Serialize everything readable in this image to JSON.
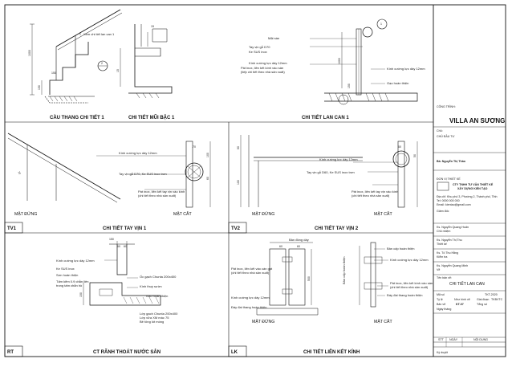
{
  "panels": {
    "stair_detail": {
      "title": "CẦU THANG CHI TIẾT  1",
      "note": "Xem chi tiết lan can 1",
      "tag": "2",
      "dims": [
        "1000",
        "150",
        "150"
      ]
    },
    "step_edge": {
      "title": "CHI TIẾT MŨI BẬC 1",
      "dims": [
        "15",
        "15"
      ]
    },
    "railing": {
      "title": "CHI TIẾT LAN CAN 1",
      "tag": "1",
      "notes": [
        "Mặt sàn",
        "Tay vịn gỗ D70",
        "Ke SUS inox",
        "Kính cường lực dày 12mm",
        "Pát inox, liên kết kính vào sàn",
        "(tiếp chi tiết theo nhà sản xuất)",
        "Kính cường lực dày 12mm",
        "Gạo hoàn thiện"
      ],
      "dims": [
        "1000",
        "150"
      ]
    },
    "handrail_1": {
      "title": "CHI TIẾT TAY VỊN 1",
      "code": "TV1",
      "view_left": "MẶT ĐỨNG",
      "view_right": "MẶT CẮT",
      "notes": [
        "Kính cường lực dày 12mm",
        "Tay vịn gỗ D70, Ke SUS inox trơn",
        "Pát inox, liên kết tay vịn vào kính",
        "(chi tiết theo nhà sản xuất)"
      ],
      "dims": [
        "70",
        "100",
        "60",
        "70"
      ]
    },
    "handrail_2": {
      "title": "CHI TIẾT TAY VỊN 2",
      "code": "TV2",
      "view_left": "MẶT ĐỨNG",
      "view_right": "MẶT CẮT",
      "notes": [
        "Kính cường lực dày 12mm",
        "Tay vịn gỗ D60, Ke SUS inox trơn",
        "Pát inox, liên kết tay vịn vào kính",
        "(chi tiết theo nhà sản xuất)"
      ],
      "dims": [
        "60",
        "100",
        "50",
        "60"
      ]
    },
    "drainage": {
      "title": "CT RÃNH THOÁT NƯỚC SÂN",
      "code": "RT",
      "notes": [
        "Kính cường lực dày 12mm",
        "Ke SUS inox",
        "Sơn hoàn thiện",
        "Tấm kẽm 0.9 chằn liên",
        "trong tấm chắn hồ",
        "Ốc gạch Chunta 200x400",
        "Kính thuỷ sườn",
        "Gạo hoàn thiện",
        "Lớp gạch Chunta 200x400",
        "Lớp vữa XM mác 75",
        "Bê tông lót móng"
      ],
      "dims": [
        "150",
        "60",
        "60",
        "150"
      ]
    },
    "glass_joint": {
      "title": "CHI TIẾT LIÊN KẾT KÍNH",
      "code": "LK",
      "view_left": "MẶT ĐỨNG",
      "view_right": "MẶT CẮT",
      "notes": [
        "Bản đồng dày",
        "Bản cấp hoàn thiện",
        "Pát inox, liên kết vào cán gạt",
        "(chi tiết theo nhà sản xuất)",
        "Kính cường lực dày 12mm",
        "Đáy đai thang hoàn thiện",
        "Bản cấp hoàn thiện",
        "Kính cường lực dày 12mm",
        "Pát inox, liên kết kính vào sàn",
        "(chi tiết theo nhà sản xuất)",
        "Đáy đai thang hoàn thiện"
      ],
      "dims": [
        "60",
        "60",
        "500"
      ]
    }
  },
  "title_block": {
    "project_label": "CÔNG TRÌNH:",
    "project_name": "VILLA AN SƯƠNG",
    "owner_label": "Chủ:",
    "owner_value": "CHỦ ĐẦU TƯ",
    "owner_name": "Bà: Nguyễn Thị Thảo",
    "design_unit_label": "ĐƠN VỊ THIẾT KẾ",
    "company_line1": "CTY TNHH TƯ VẤN THIẾT KẾ",
    "company_line2": "XÂY DỰNG KIẾN TẠO",
    "address": "Địa chỉ: Khu phố 3, Phường 2, Thành phố, Tỉnh",
    "phone": "Tel: 0000 000 000",
    "email": "Email: kientao@gmail.com",
    "director_label": "Giám đốc",
    "chief_label": "Chủ nhiệm",
    "chief_name": "Ks. Nguyễn Quang Huấn",
    "designer_label": "Thiết kế",
    "designer_name": "Ks. Nguyễn Thị Thu",
    "checker_label": "Kiểm tra",
    "checker_name": "Ks. Tô Thu Hằng",
    "drawer_label": "Vẽ",
    "drawer_name": "Ks. Nguyễn Quang Minh",
    "sheet_name_label": "Tên bản vẽ:",
    "sheet_name": "CHI TIẾT LAN CAN",
    "code_label": "Mã số",
    "code_value": "TKT-2020",
    "scale_label": "Tỷ lệ",
    "scale_value": "Như hình vẽ",
    "stage_label": "Giai đoạn",
    "stage_value": "TKBVTC",
    "sheet_label": "Bản vẽ",
    "sheet_value": "KT-07",
    "total_label": "Tổng số",
    "date_label": "Ngày tháng",
    "rev_header": [
      "STT",
      "NGÀY",
      "NỘI DUNG"
    ],
    "footer_label": "Ký duyệt"
  }
}
